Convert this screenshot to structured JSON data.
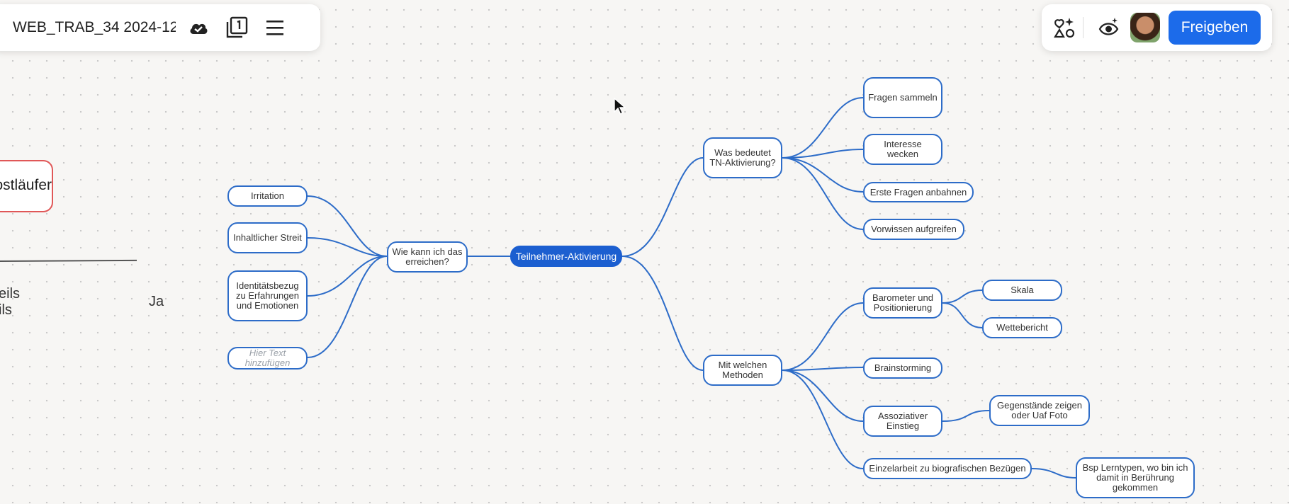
{
  "header": {
    "doc_title": "WEB_TRAB_34 2024-12...",
    "share_label": "Freigeben",
    "icons": [
      "cloud-check-icon",
      "pages-icon",
      "menu-icon",
      "sparkle-shapes-icon",
      "eye-sparkle-icon"
    ]
  },
  "canvas": {
    "fragment_card_text": "ostläufer",
    "fragment_left_lines": [
      "eils",
      "ils"
    ],
    "fragment_ja": "Ja"
  },
  "mindmap": {
    "root": "Teilnehmer-Aktivierung",
    "left_branch": {
      "label": "Wie kann ich das erreichen?",
      "children": [
        "Irritation",
        "Inhaltlicher Streit",
        "Identitätsbezug zu Erfahrungen und Emotionen",
        "Hier Text hinzufügen"
      ]
    },
    "right_top": {
      "label": "Was bedeutet TN-Aktivierung?",
      "children": [
        "Fragen sammeln",
        "Interesse wecken",
        "Erste Fragen anbahnen",
        "Vorwissen aufgreifen"
      ]
    },
    "right_bottom": {
      "label": "Mit welchen Methoden",
      "children": [
        {
          "label": "Barometer und Positionierung",
          "children": [
            "Skala",
            "Wettebericht"
          ]
        },
        {
          "label": "Brainstorming",
          "children": []
        },
        {
          "label": "Assoziativer Einstieg",
          "children": [
            "Gegenstände zeigen oder Uaf Foto"
          ]
        },
        {
          "label": "Einzelarbeit zu biografischen Bezügen",
          "children": [
            "Bsp Lerntypen, wo bin ich damit in Berührung gekommen"
          ]
        }
      ]
    }
  },
  "colors": {
    "edge": "#2d6cc8",
    "root_fill": "#1c5fd0",
    "share_button": "#1c6bea",
    "fragment_border": "#e05757"
  }
}
